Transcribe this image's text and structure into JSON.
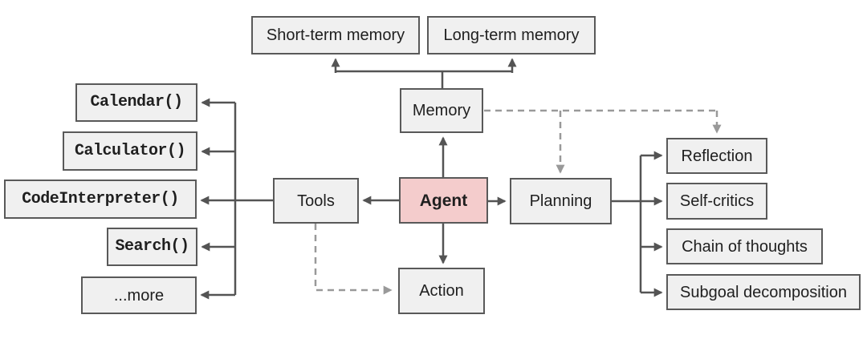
{
  "diagram_title": "LLM agent components overview",
  "colors": {
    "background": "#ffffff",
    "node_fill": "#f0f0f0",
    "node_border": "#595959",
    "agent_fill": "#f4cccc",
    "connector": "#545454",
    "dashed_connector": "#999999",
    "text": "#1f1f1f"
  },
  "nodes": {
    "agent": {
      "label": "Agent"
    },
    "memory": {
      "label": "Memory"
    },
    "short_term_memory": {
      "label": "Short-term memory"
    },
    "long_term_memory": {
      "label": "Long-term memory"
    },
    "tools": {
      "label": "Tools"
    },
    "action": {
      "label": "Action"
    },
    "planning": {
      "label": "Planning"
    },
    "tool_items": [
      {
        "label": "Calendar()"
      },
      {
        "label": "Calculator()"
      },
      {
        "label": "CodeInterpreter()"
      },
      {
        "label": "Search()"
      },
      {
        "label": "...more"
      }
    ],
    "planning_items": [
      {
        "label": "Reflection"
      },
      {
        "label": "Self-critics"
      },
      {
        "label": "Chain of thoughts"
      },
      {
        "label": "Subgoal decomposition"
      }
    ]
  },
  "edges": [
    {
      "from": "Agent",
      "to": "Memory",
      "style": "solid"
    },
    {
      "from": "Memory",
      "to": "Short-term memory",
      "style": "solid"
    },
    {
      "from": "Memory",
      "to": "Long-term memory",
      "style": "solid"
    },
    {
      "from": "Agent",
      "to": "Tools",
      "style": "solid"
    },
    {
      "from": "Tools",
      "to": "Calendar()",
      "style": "solid"
    },
    {
      "from": "Tools",
      "to": "Calculator()",
      "style": "solid"
    },
    {
      "from": "Tools",
      "to": "CodeInterpreter()",
      "style": "solid"
    },
    {
      "from": "Tools",
      "to": "Search()",
      "style": "solid"
    },
    {
      "from": "Tools",
      "to": "...more",
      "style": "solid"
    },
    {
      "from": "Agent",
      "to": "Action",
      "style": "solid"
    },
    {
      "from": "Agent",
      "to": "Planning",
      "style": "solid"
    },
    {
      "from": "Planning",
      "to": "Reflection",
      "style": "solid"
    },
    {
      "from": "Planning",
      "to": "Self-critics",
      "style": "solid"
    },
    {
      "from": "Planning",
      "to": "Chain of thoughts",
      "style": "solid"
    },
    {
      "from": "Planning",
      "to": "Subgoal decomposition",
      "style": "solid"
    },
    {
      "from": "Memory",
      "to": "Planning",
      "style": "dashed"
    },
    {
      "from": "Memory",
      "to": "Reflection",
      "style": "dashed"
    },
    {
      "from": "Tools",
      "to": "Action",
      "style": "dashed"
    }
  ]
}
